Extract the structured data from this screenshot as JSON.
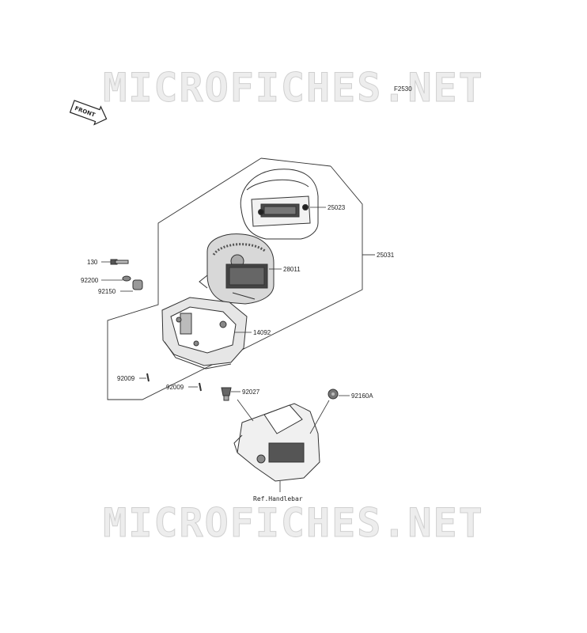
{
  "watermark": "MICROFICHES.NET",
  "figure_code": "F2530",
  "front_label": "FRONT",
  "parts": {
    "p25023": "25023",
    "p25031": "25031",
    "p28011": "28011",
    "p130": "130",
    "p92200": "92200",
    "p92150": "92150",
    "p14092": "14092",
    "p92009a": "92009",
    "p92009b": "92009",
    "p92027": "92027",
    "p92160a": "92160A"
  },
  "reference": "Ref.Handlebar"
}
